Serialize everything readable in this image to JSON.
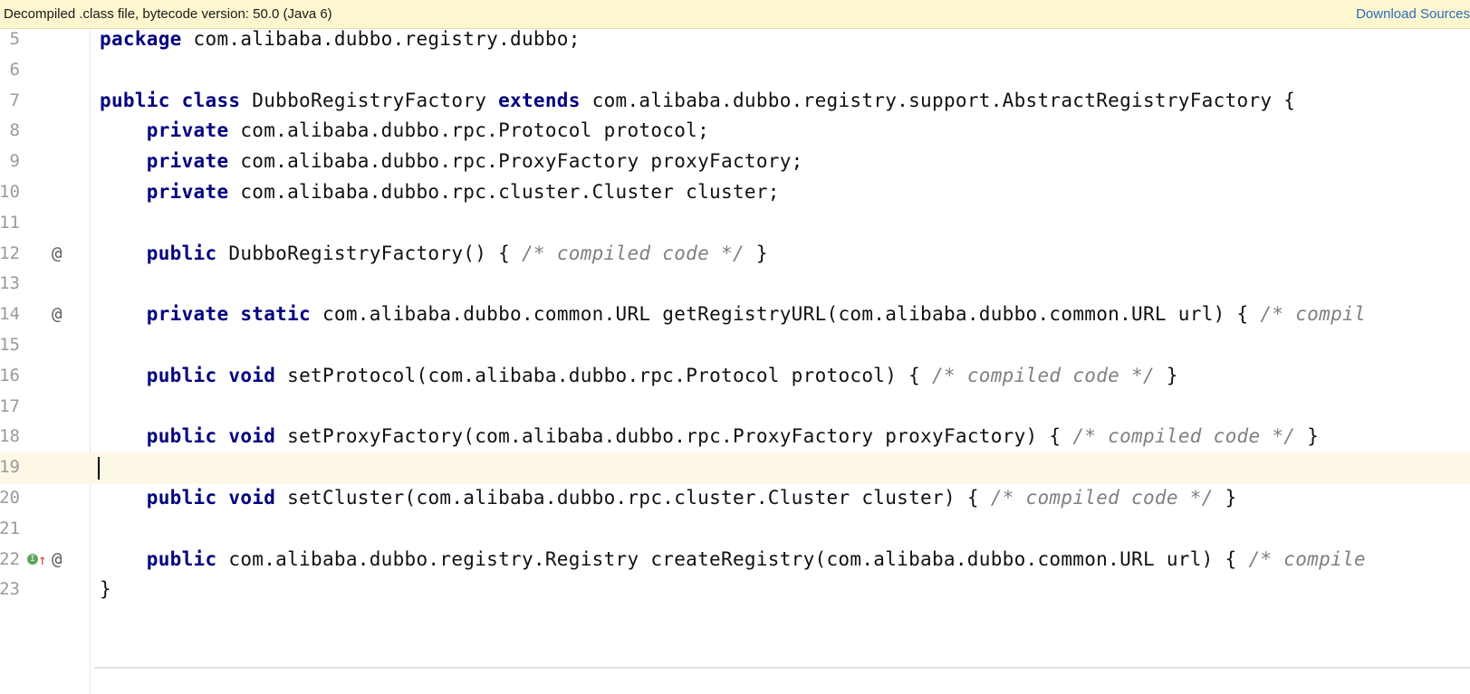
{
  "banner": {
    "message": "Decompiled .class file, bytecode version: 50.0 (Java 6)",
    "download_label": "Download Sources"
  },
  "editor": {
    "current_line": 19,
    "lines": [
      {
        "number": "5",
        "tokens": [
          {
            "t": "package",
            "c": "kw"
          },
          {
            "t": " com.alibaba.dubbo.registry.dubbo;",
            "c": "pl"
          }
        ]
      },
      {
        "number": "6",
        "tokens": []
      },
      {
        "number": "7",
        "tokens": [
          {
            "t": "public",
            "c": "kw"
          },
          {
            "t": " ",
            "c": "pl"
          },
          {
            "t": "class",
            "c": "kw"
          },
          {
            "t": " DubboRegistryFactory ",
            "c": "pl"
          },
          {
            "t": "extends",
            "c": "kw"
          },
          {
            "t": " com.alibaba.dubbo.registry.support.AbstractRegistryFactory {",
            "c": "pl"
          }
        ]
      },
      {
        "number": "8",
        "tokens": [
          {
            "t": "    ",
            "c": "pl"
          },
          {
            "t": "private",
            "c": "kw"
          },
          {
            "t": " com.alibaba.dubbo.rpc.Protocol protocol;",
            "c": "pl"
          }
        ]
      },
      {
        "number": "9",
        "tokens": [
          {
            "t": "    ",
            "c": "pl"
          },
          {
            "t": "private",
            "c": "kw"
          },
          {
            "t": " com.alibaba.dubbo.rpc.ProxyFactory proxyFactory;",
            "c": "pl"
          }
        ]
      },
      {
        "number": "10",
        "tokens": [
          {
            "t": "    ",
            "c": "pl"
          },
          {
            "t": "private",
            "c": "kw"
          },
          {
            "t": " com.alibaba.dubbo.rpc.cluster.Cluster cluster;",
            "c": "pl"
          }
        ]
      },
      {
        "number": "11",
        "tokens": []
      },
      {
        "number": "12",
        "icons": [
          "at-icon"
        ],
        "tokens": [
          {
            "t": "    ",
            "c": "pl"
          },
          {
            "t": "public",
            "c": "kw"
          },
          {
            "t": " DubboRegistryFactory() { ",
            "c": "pl"
          },
          {
            "t": "/* compiled code */",
            "c": "cm"
          },
          {
            "t": " }",
            "c": "pl"
          }
        ]
      },
      {
        "number": "13",
        "tokens": []
      },
      {
        "number": "14",
        "icons": [
          "at-icon"
        ],
        "tokens": [
          {
            "t": "    ",
            "c": "pl"
          },
          {
            "t": "private",
            "c": "kw"
          },
          {
            "t": " ",
            "c": "pl"
          },
          {
            "t": "static",
            "c": "kw"
          },
          {
            "t": " com.alibaba.dubbo.common.URL getRegistryURL(com.alibaba.dubbo.common.URL url) { ",
            "c": "pl"
          },
          {
            "t": "/* compil",
            "c": "cm"
          }
        ]
      },
      {
        "number": "15",
        "tokens": []
      },
      {
        "number": "16",
        "tokens": [
          {
            "t": "    ",
            "c": "pl"
          },
          {
            "t": "public",
            "c": "kw"
          },
          {
            "t": " ",
            "c": "pl"
          },
          {
            "t": "void",
            "c": "kw"
          },
          {
            "t": " setProtocol(com.alibaba.dubbo.rpc.Protocol protocol) { ",
            "c": "pl"
          },
          {
            "t": "/* compiled code */",
            "c": "cm"
          },
          {
            "t": " }",
            "c": "pl"
          }
        ]
      },
      {
        "number": "17",
        "tokens": []
      },
      {
        "number": "18",
        "tokens": [
          {
            "t": "    ",
            "c": "pl"
          },
          {
            "t": "public",
            "c": "kw"
          },
          {
            "t": " ",
            "c": "pl"
          },
          {
            "t": "void",
            "c": "kw"
          },
          {
            "t": " setProxyFactory(com.alibaba.dubbo.rpc.ProxyFactory proxyFactory) { ",
            "c": "pl"
          },
          {
            "t": "/* compiled code */",
            "c": "cm"
          },
          {
            "t": " }",
            "c": "pl"
          }
        ]
      },
      {
        "number": "19",
        "tokens": []
      },
      {
        "number": "20",
        "tokens": [
          {
            "t": "    ",
            "c": "pl"
          },
          {
            "t": "public",
            "c": "kw"
          },
          {
            "t": " ",
            "c": "pl"
          },
          {
            "t": "void",
            "c": "kw"
          },
          {
            "t": " setCluster(com.alibaba.dubbo.rpc.cluster.Cluster cluster) { ",
            "c": "pl"
          },
          {
            "t": "/* compiled code */",
            "c": "cm"
          },
          {
            "t": " }",
            "c": "pl"
          }
        ]
      },
      {
        "number": "21",
        "tokens": []
      },
      {
        "number": "22",
        "icons": [
          "implements-icon",
          "at-icon"
        ],
        "tokens": [
          {
            "t": "    ",
            "c": "pl"
          },
          {
            "t": "public",
            "c": "kw"
          },
          {
            "t": " com.alibaba.dubbo.registry.Registry createRegistry(com.alibaba.dubbo.common.URL url) { ",
            "c": "pl"
          },
          {
            "t": "/* compile",
            "c": "cm"
          }
        ]
      },
      {
        "number": "23",
        "tokens": [
          {
            "t": "}",
            "c": "pl"
          }
        ]
      }
    ]
  }
}
